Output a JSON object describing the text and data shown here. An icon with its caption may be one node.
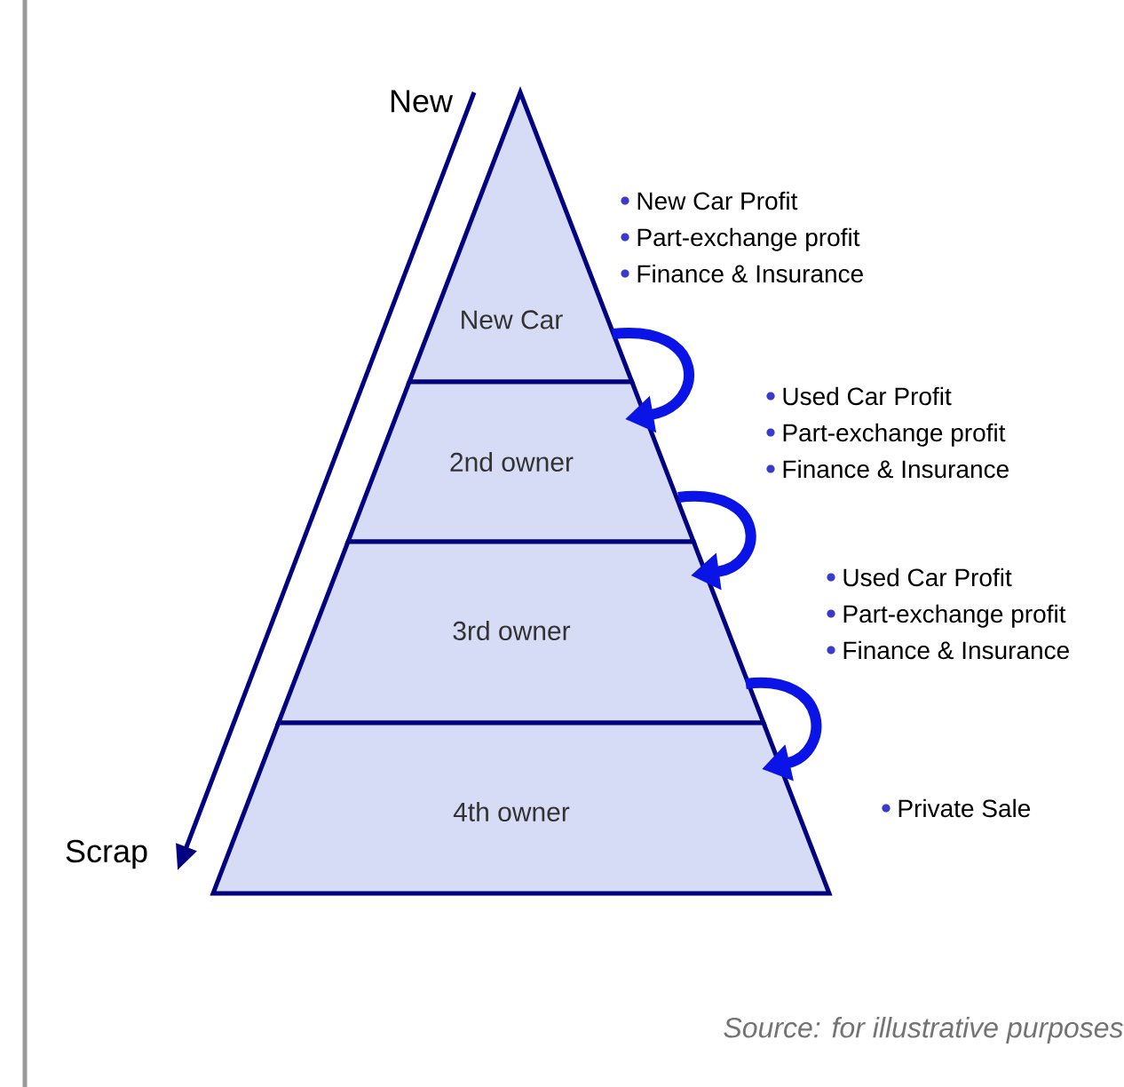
{
  "diagram": {
    "caption": "Source: for illustrative purposes",
    "nodes": [
      {
        "text": [
          "New Car"
        ],
        "beside": [
          "New Car Profit",
          "Part-exchange profit",
          "Finance & Insurance"
        ]
      },
      {
        "text": [
          "2nd owner"
        ],
        "beside": [
          "Used Car Profit",
          "Part-exchange profit",
          "Finance & Insurance"
        ]
      },
      {
        "text": [
          "3rd owner"
        ],
        "beside": [
          "Used Car Profit",
          "Part-exchange profit",
          "Finance & Insurance"
        ]
      },
      {
        "text": [
          "4th owner"
        ],
        "beside": [
          "Private Sale"
        ]
      }
    ],
    "edges": [
      {
        "from": 0,
        "to": 1,
        "arrow": "to"
      },
      {
        "from": 1,
        "to": 2,
        "arrow": "to"
      },
      {
        "from": 2,
        "to": 3,
        "arrow": "to"
      }
    ],
    "labels": [
      "New",
      "Scrap"
    ]
  }
}
